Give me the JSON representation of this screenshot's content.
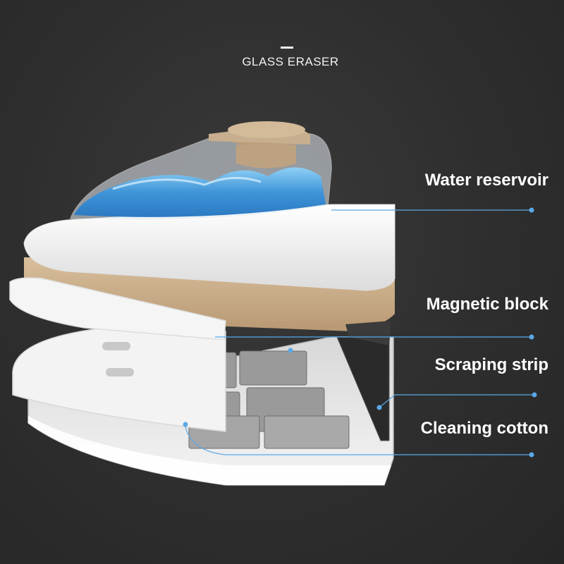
{
  "header": {
    "title": "GLASS ERASER"
  },
  "callouts": [
    {
      "label": "Water reservoir"
    },
    {
      "label": "Magnetic block"
    },
    {
      "label": "Scraping strip"
    },
    {
      "label": "Cleaning cotton"
    }
  ],
  "colors": {
    "background": "#2e2e2e",
    "reservoir_blue": "#4a9ad6",
    "tan_band": "#c9ab86",
    "cap": "#c7ae8e",
    "leader_line": "#5aa8e6"
  }
}
